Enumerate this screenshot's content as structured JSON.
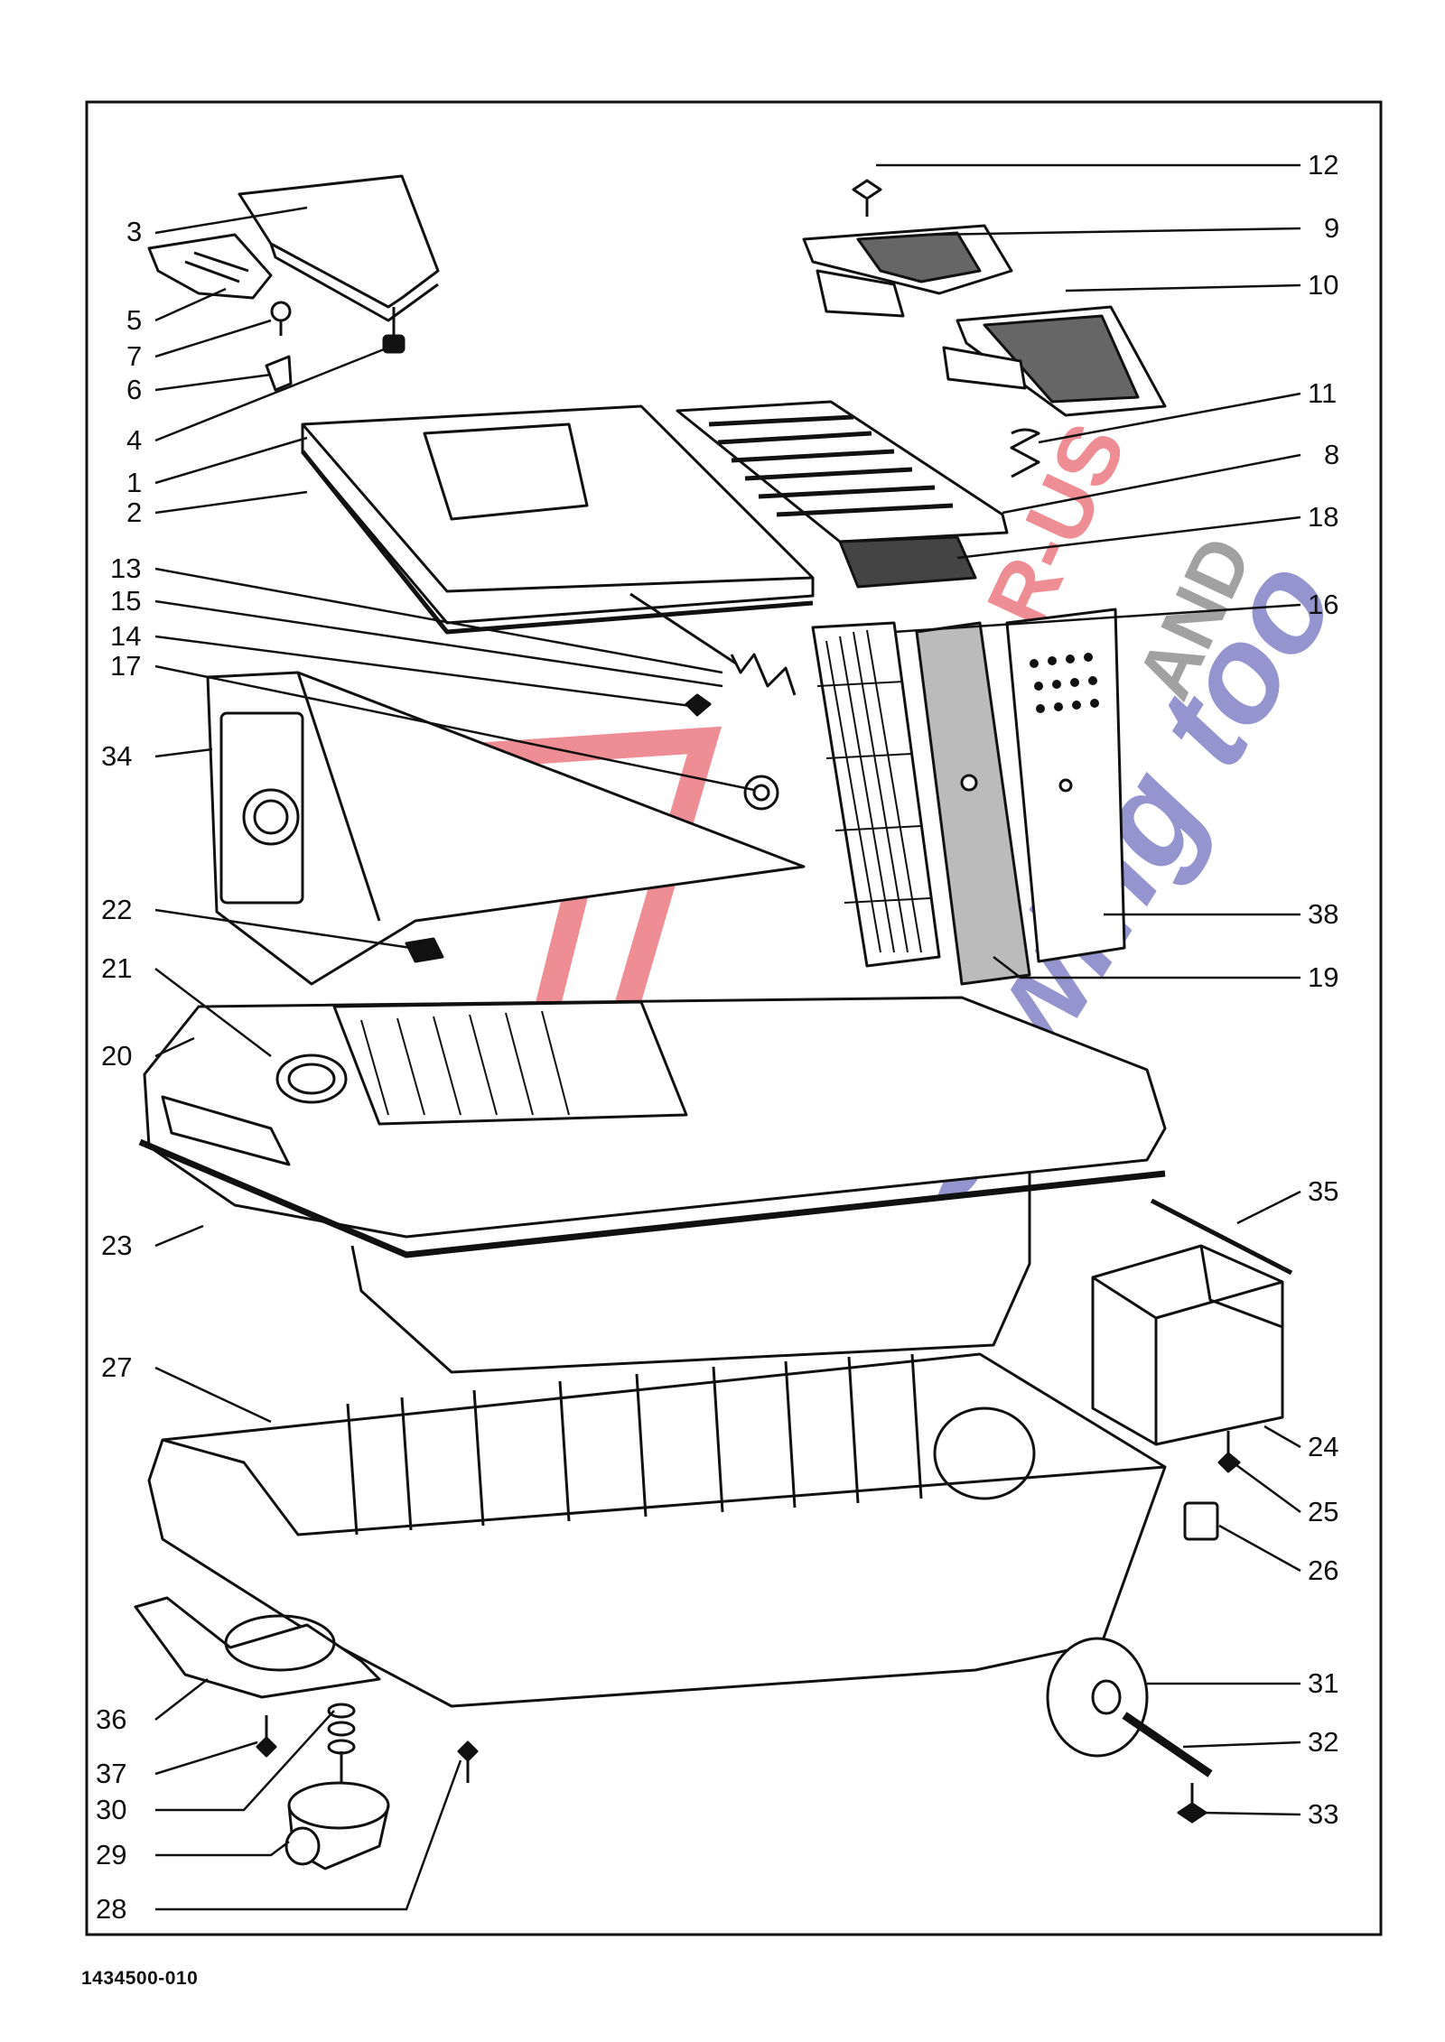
{
  "diagram": {
    "document_number": "1434500-010",
    "watermark": [
      "R-US",
      "AND",
      "Sewing too"
    ],
    "colors": {
      "line": "#111111",
      "frame": "#111111",
      "watermark_red": "#e2313d",
      "watermark_blue": "#3c3fa8"
    },
    "labels": [
      {
        "id": "1",
        "text": "1"
      },
      {
        "id": "2",
        "text": "2"
      },
      {
        "id": "3",
        "text": "3"
      },
      {
        "id": "4",
        "text": "4"
      },
      {
        "id": "5",
        "text": "5"
      },
      {
        "id": "6",
        "text": "6"
      },
      {
        "id": "7",
        "text": "7"
      },
      {
        "id": "8",
        "text": "8"
      },
      {
        "id": "9",
        "text": "9"
      },
      {
        "id": "10",
        "text": "10"
      },
      {
        "id": "11",
        "text": "11"
      },
      {
        "id": "12",
        "text": "12"
      },
      {
        "id": "13",
        "text": "13"
      },
      {
        "id": "14",
        "text": "14"
      },
      {
        "id": "15",
        "text": "15"
      },
      {
        "id": "16",
        "text": "16"
      },
      {
        "id": "17",
        "text": "17"
      },
      {
        "id": "18",
        "text": "18"
      },
      {
        "id": "19",
        "text": "19"
      },
      {
        "id": "20",
        "text": "20"
      },
      {
        "id": "21",
        "text": "21"
      },
      {
        "id": "22",
        "text": "22"
      },
      {
        "id": "23",
        "text": "23"
      },
      {
        "id": "24",
        "text": "24"
      },
      {
        "id": "25",
        "text": "25"
      },
      {
        "id": "26",
        "text": "26"
      },
      {
        "id": "27",
        "text": "27"
      },
      {
        "id": "28",
        "text": "28"
      },
      {
        "id": "29",
        "text": "29"
      },
      {
        "id": "30",
        "text": "30"
      },
      {
        "id": "31",
        "text": "31"
      },
      {
        "id": "32",
        "text": "32"
      },
      {
        "id": "33",
        "text": "33"
      },
      {
        "id": "34",
        "text": "34"
      },
      {
        "id": "35",
        "text": "35"
      },
      {
        "id": "36",
        "text": "36"
      },
      {
        "id": "37",
        "text": "37"
      },
      {
        "id": "38",
        "text": "38"
      }
    ]
  }
}
